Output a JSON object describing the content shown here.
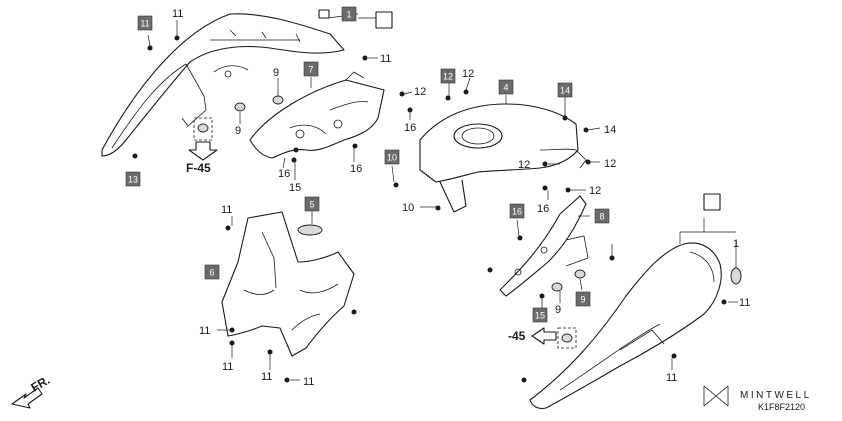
{
  "labels": {
    "n1": "1",
    "n4": "4",
    "n5": "5",
    "n6": "6",
    "n7": "7",
    "n8": "8",
    "n9": "9",
    "n10": "10",
    "n11": "11",
    "n12": "12",
    "n13": "13",
    "n14": "14",
    "n15": "15",
    "n16": "16"
  },
  "refs": {
    "f45": "F-45",
    "minus45": "-45"
  },
  "orientation": "FR.",
  "brand": "MINTWELL",
  "diagram_code": "K1F8F2120",
  "colors": {
    "line": "#1a1a1a",
    "label_box": "#6b6b6b",
    "label_text": "#ffffff"
  }
}
